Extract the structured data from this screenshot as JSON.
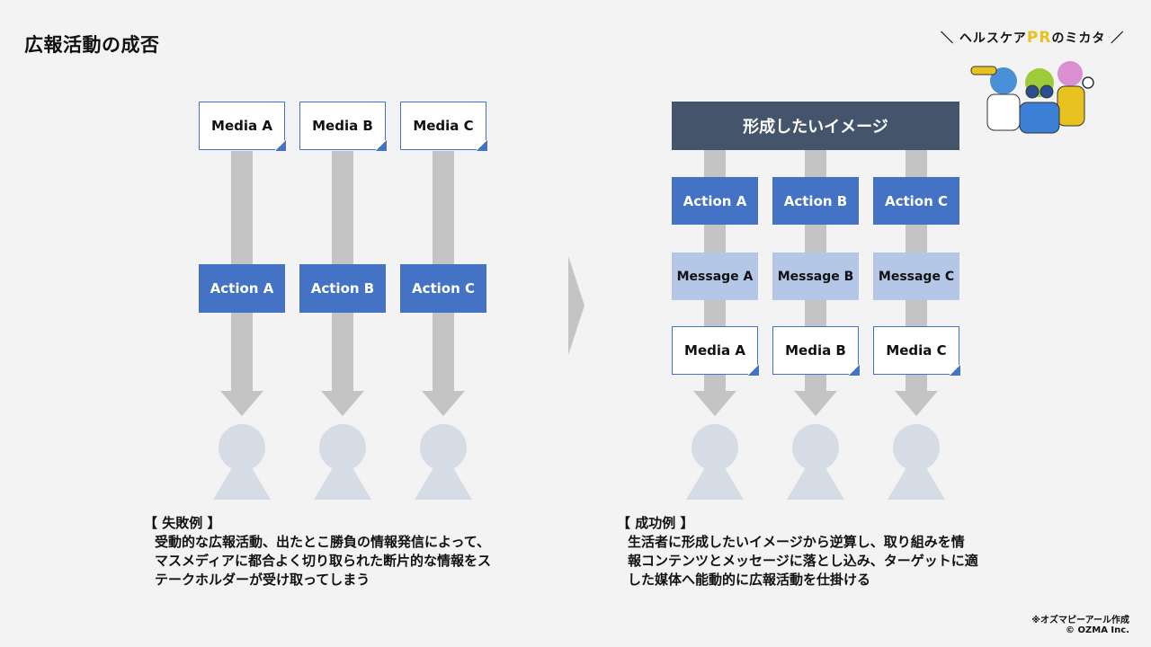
{
  "page": {
    "title": "広報活動の成否"
  },
  "brand": {
    "prefix": "＼ ヘルスケア",
    "highlight": "PR",
    "suffix": "のミカタ ／"
  },
  "failure": {
    "media": [
      "Media A",
      "Media B",
      "Media C"
    ],
    "actions": [
      "Action A",
      "Action B",
      "Action C"
    ],
    "heading": "【 失敗例 】",
    "lines": [
      "受動的な広報活動、出たとこ勝負の情報発信によって、",
      "マスメディアに都合よく切り取られた断片的な情報をス",
      "テークホルダーが受け取ってしまう"
    ]
  },
  "success": {
    "header": "形成したいイメージ",
    "actions": [
      "Action A",
      "Action B",
      "Action C"
    ],
    "messages": [
      "Message A",
      "Message B",
      "Message C"
    ],
    "media": [
      "Media A",
      "Media B",
      "Media C"
    ],
    "heading": "【 成功例 】",
    "lines": [
      "生活者に形成したいイメージから逆算し、取り組みを情",
      "報コンテンツとメッセージに落とし込み、ターゲットに適",
      "した媒体へ能動的に広報活動を仕掛ける"
    ]
  },
  "credit": {
    "line1": "※オズマピーアール作成",
    "line2": "© OZMA Inc."
  },
  "colors": {
    "action": "#4472c4",
    "message": "#b4c7e7",
    "header": "#44546a",
    "arrow": "#c4c4c4",
    "person": "#d6dce5"
  }
}
